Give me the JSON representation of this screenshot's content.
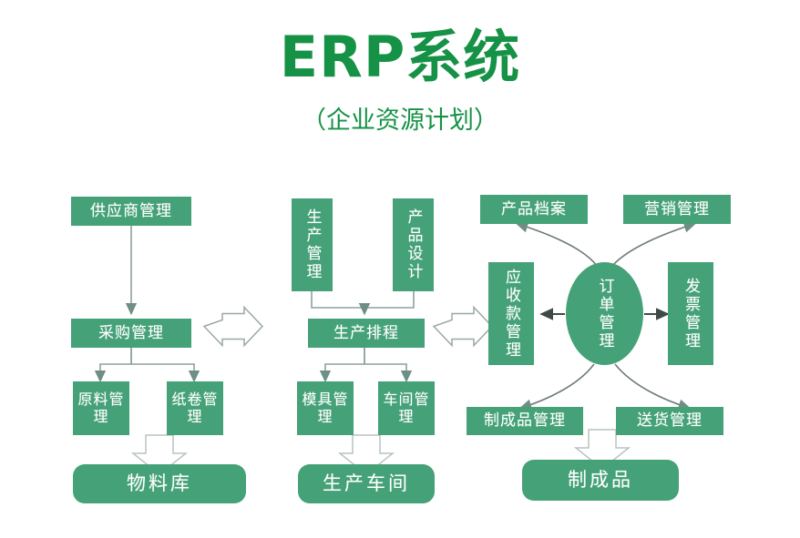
{
  "header": {
    "title": "ERP系统",
    "subtitle": "（企业资源计划）"
  },
  "colors": {
    "title_green": "#159246",
    "box_green": "#45a177",
    "box_text": "#ffffff",
    "connector_gray": "#7f8c8a",
    "background": "#ffffff"
  },
  "diagram": {
    "type": "flowchart",
    "columns": [
      {
        "name": "procurement-column",
        "nodes": [
          "供应商管理",
          "采购管理",
          "原料管理",
          "纸卷管理",
          "物料库"
        ]
      },
      {
        "name": "production-column",
        "nodes": [
          "生产管理",
          "产品设计",
          "生产排程",
          "模具管理",
          "车间管理",
          "生产车间"
        ]
      },
      {
        "name": "order-column",
        "nodes": [
          "产品档案",
          "营销管理",
          "应收款管理",
          "订单管理",
          "发票管理",
          "制成品管理",
          "送货管理",
          "制成品"
        ]
      }
    ],
    "nodes": {
      "supplier_mgmt": "供应商管理",
      "purchase_mgmt": "采购管理",
      "material_mgmt": "原料管理",
      "paper_roll_mgmt": "纸卷管理",
      "material_warehouse": "物料库",
      "production_mgmt": "生产管理",
      "product_design": "产品设计",
      "production_schedule": "生产排程",
      "mold_mgmt": "模具管理",
      "workshop_mgmt": "车间管理",
      "production_workshop": "生产车间",
      "product_archive": "产品档案",
      "marketing_mgmt": "营销管理",
      "receivables_mgmt": "应收款管理",
      "order_mgmt": "订单管理",
      "invoice_mgmt": "发票管理",
      "finished_goods_mgmt": "制成品管理",
      "delivery_mgmt": "送货管理",
      "finished_goods": "制成品"
    },
    "connections": [
      {
        "from": "供应商管理",
        "to": "采购管理",
        "style": "solid-arrow-down"
      },
      {
        "from": "采购管理",
        "to": "原料管理",
        "style": "solid-arrow-down"
      },
      {
        "from": "采购管理",
        "to": "纸卷管理",
        "style": "solid-arrow-down"
      },
      {
        "from": "原料管理/纸卷管理",
        "to": "物料库",
        "style": "hollow-block-arrow-down"
      },
      {
        "from": "生产管理",
        "to": "生产排程",
        "style": "solid-arrow-down"
      },
      {
        "from": "产品设计",
        "to": "生产排程",
        "style": "solid-arrow-down"
      },
      {
        "from": "生产排程",
        "to": "模具管理",
        "style": "solid-arrow-down"
      },
      {
        "from": "生产排程",
        "to": "车间管理",
        "style": "solid-arrow-down"
      },
      {
        "from": "模具管理/车间管理",
        "to": "生产车间",
        "style": "hollow-block-arrow-down"
      },
      {
        "from": "采购管理",
        "to": "生产排程",
        "style": "hollow-double-arrow"
      },
      {
        "from": "生产排程",
        "to": "应收款管理",
        "style": "hollow-double-arrow"
      },
      {
        "from": "订单管理",
        "to": "应收款管理",
        "style": "solid-arrow-left"
      },
      {
        "from": "订单管理",
        "to": "发票管理",
        "style": "solid-arrow-right"
      },
      {
        "from": "订单管理",
        "to": "产品档案",
        "style": "curved-arrow-up-left"
      },
      {
        "from": "订单管理",
        "to": "营销管理",
        "style": "curved-arrow-up-right"
      },
      {
        "from": "订单管理",
        "to": "制成品管理",
        "style": "curved-arrow-down-left"
      },
      {
        "from": "订单管理",
        "to": "送货管理",
        "style": "curved-arrow-down-right"
      },
      {
        "from": "制成品管理/送货管理",
        "to": "制成品",
        "style": "hollow-block-arrow-down"
      }
    ]
  }
}
